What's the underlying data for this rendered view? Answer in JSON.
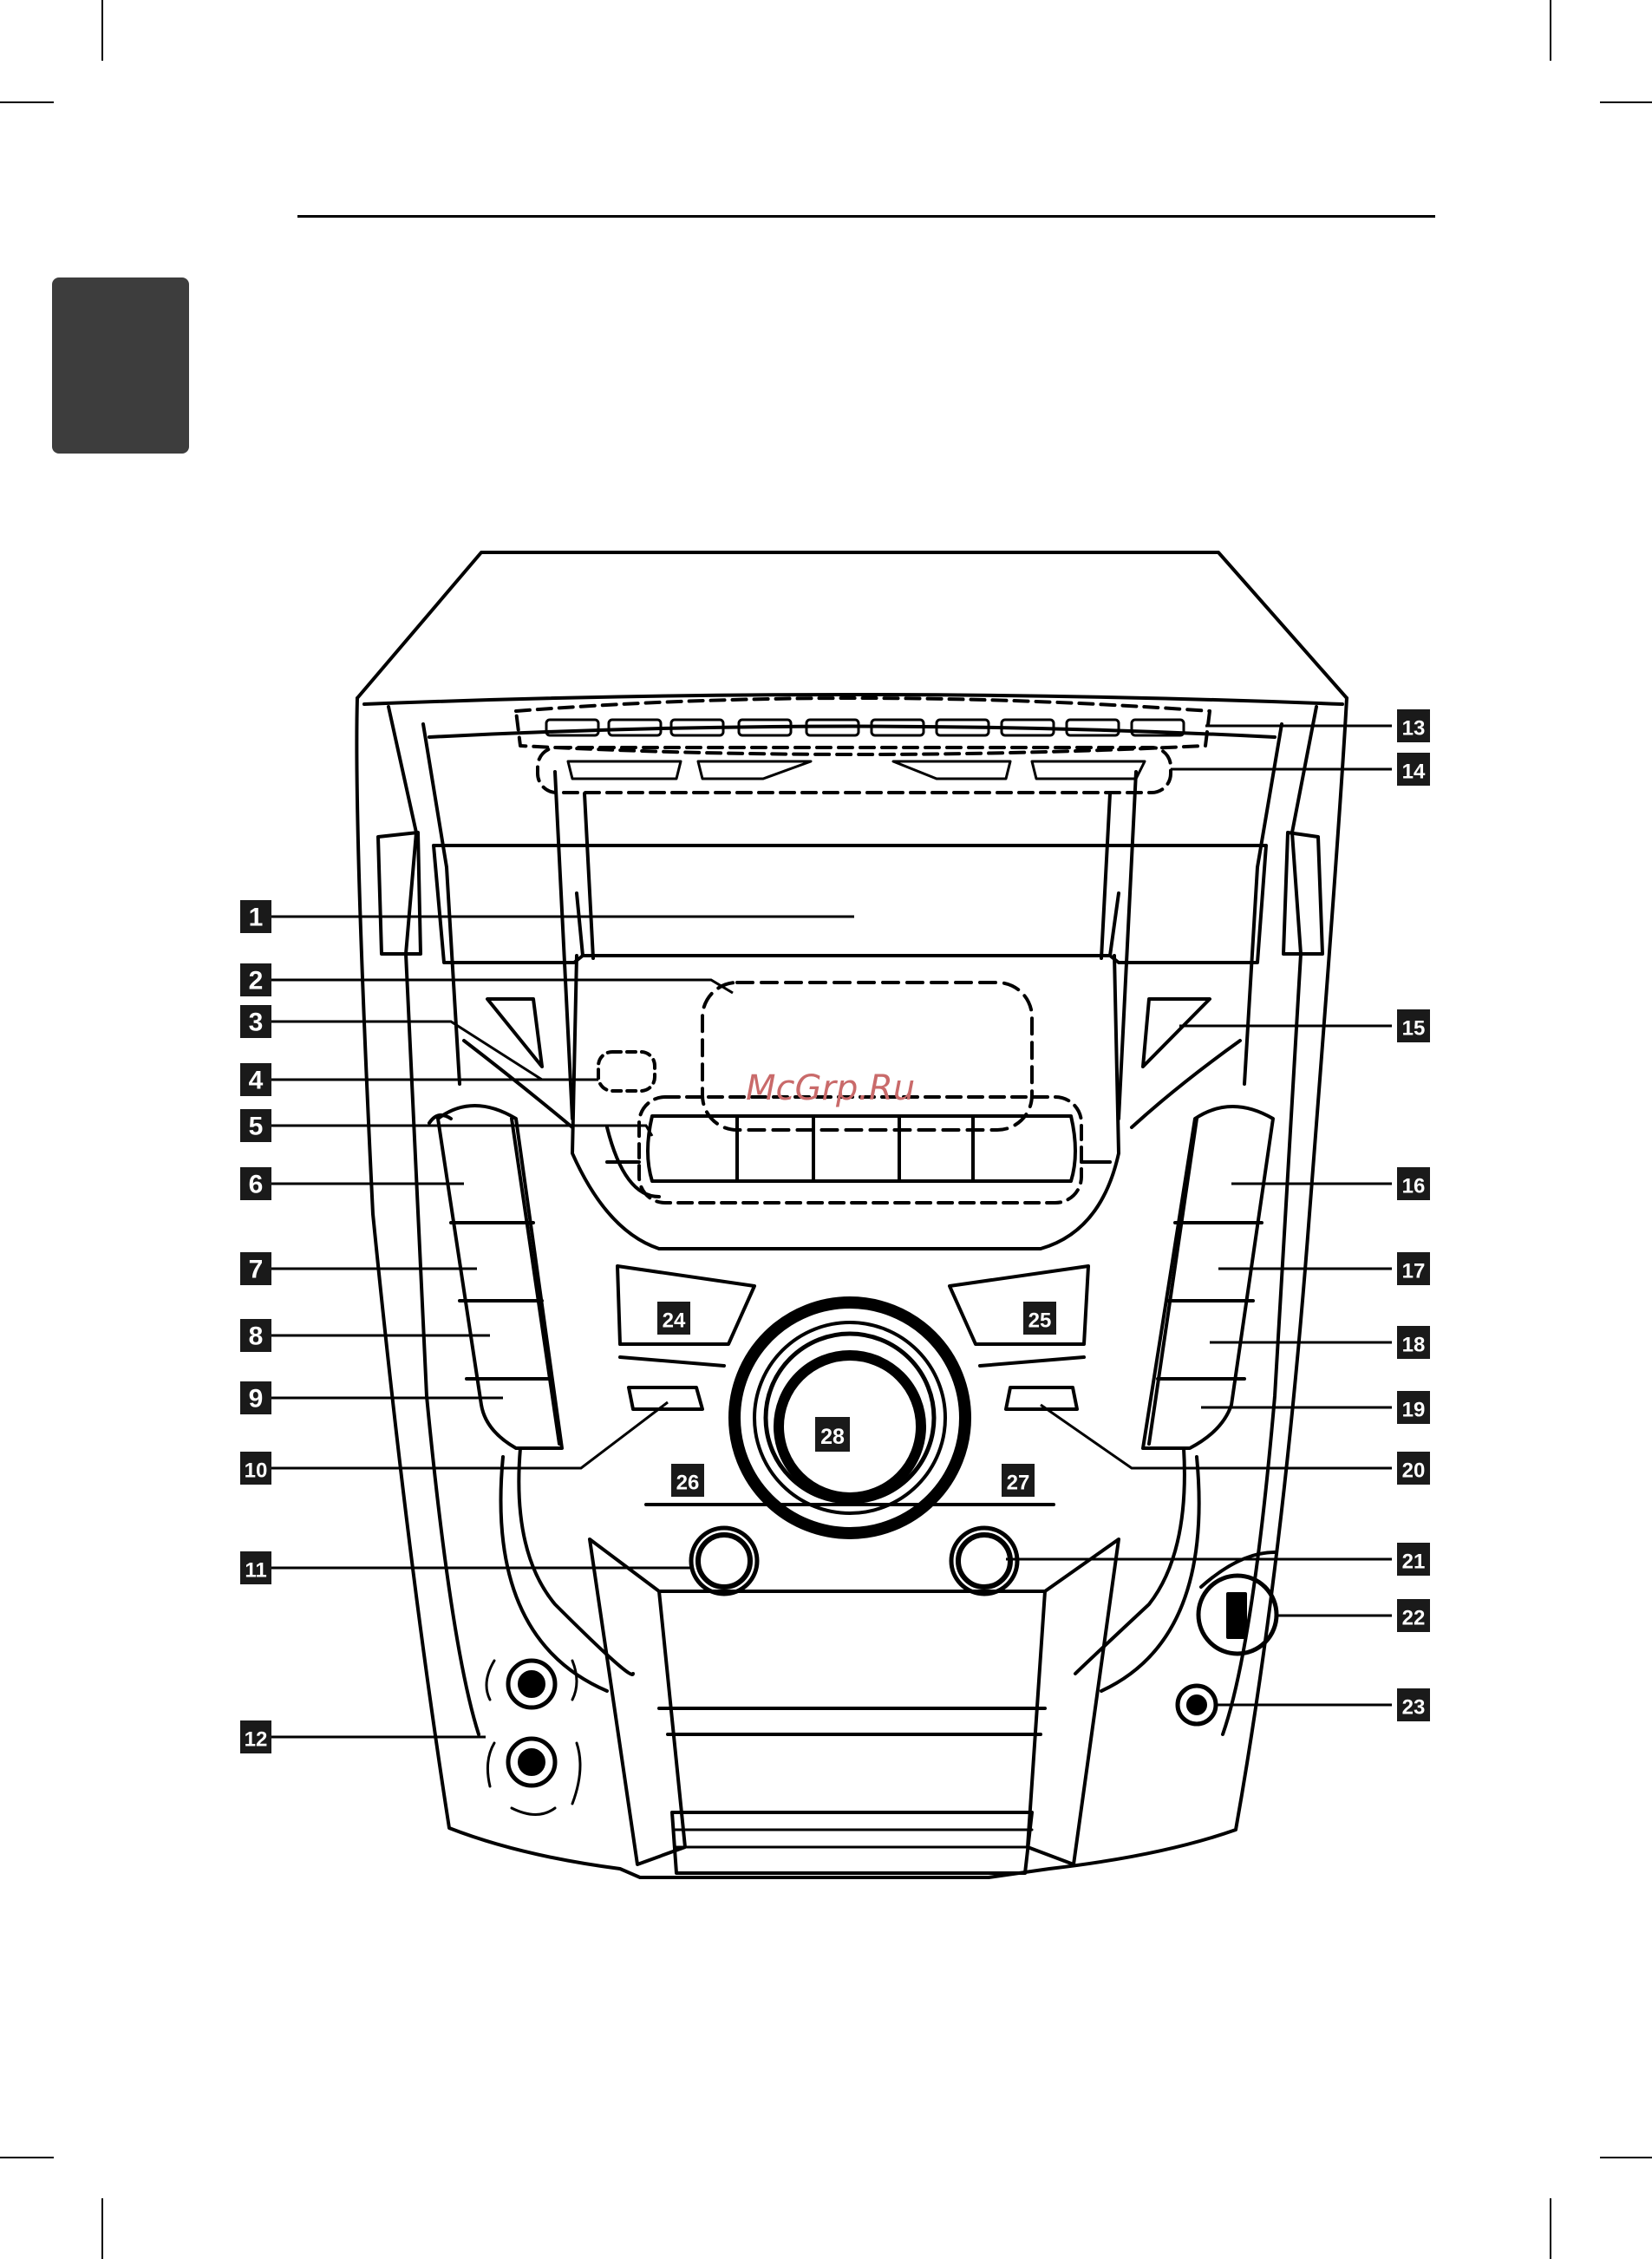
{
  "document": {
    "chapter_tab_color": "#3d3d3d",
    "watermark": "McGrp.Ru"
  },
  "callouts": [
    {
      "label": "1",
      "side": "left",
      "name": "disc-tray"
    },
    {
      "label": "2",
      "side": "left",
      "name": "display-window"
    },
    {
      "label": "3",
      "side": "left",
      "name": "left-corner-button"
    },
    {
      "label": "4",
      "side": "left",
      "name": "remote-sensor"
    },
    {
      "label": "5",
      "side": "left",
      "name": "center-button-row"
    },
    {
      "label": "6",
      "side": "left",
      "name": "left-column-button-1"
    },
    {
      "label": "7",
      "side": "left",
      "name": "left-column-button-2"
    },
    {
      "label": "8",
      "side": "left",
      "name": "left-column-button-3"
    },
    {
      "label": "9",
      "side": "left",
      "name": "left-column-button-4"
    },
    {
      "label": "10",
      "side": "left",
      "name": "left-small-button"
    },
    {
      "label": "11",
      "side": "left",
      "name": "left-round-knob"
    },
    {
      "label": "12",
      "side": "left",
      "name": "microphone-jacks"
    },
    {
      "label": "13",
      "side": "right",
      "name": "top-button-strip"
    },
    {
      "label": "14",
      "side": "right",
      "name": "disc-select-buttons"
    },
    {
      "label": "15",
      "side": "right",
      "name": "right-corner-button"
    },
    {
      "label": "16",
      "side": "right",
      "name": "right-column-button-1"
    },
    {
      "label": "17",
      "side": "right",
      "name": "right-column-button-2"
    },
    {
      "label": "18",
      "side": "right",
      "name": "right-column-button-3"
    },
    {
      "label": "19",
      "side": "right",
      "name": "right-column-button-4"
    },
    {
      "label": "20",
      "side": "right",
      "name": "right-small-button"
    },
    {
      "label": "21",
      "side": "right",
      "name": "right-round-knob"
    },
    {
      "label": "22",
      "side": "right",
      "name": "power-button"
    },
    {
      "label": "23",
      "side": "right",
      "name": "headphone-jack"
    }
  ],
  "panel_labels": [
    {
      "label": "24",
      "name": "panel-label-24"
    },
    {
      "label": "25",
      "name": "panel-label-25"
    },
    {
      "label": "26",
      "name": "panel-label-26"
    },
    {
      "label": "27",
      "name": "panel-label-27"
    },
    {
      "label": "28",
      "name": "panel-label-28"
    }
  ]
}
